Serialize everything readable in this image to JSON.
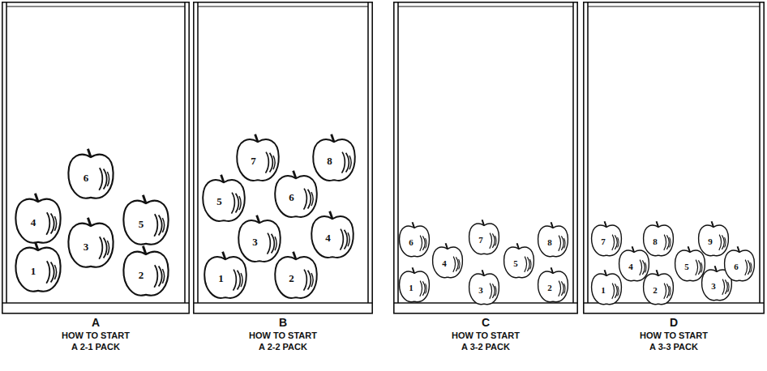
{
  "diagram": {
    "nodes": [
      {
        "text": [
          "A",
          "HOW TO START A 2-1 PACK"
        ]
      },
      {
        "text": [
          "1"
        ],
        "in": 0
      },
      {
        "text": [
          "2"
        ],
        "in": 0
      },
      {
        "text": [
          "3"
        ],
        "in": 0
      },
      {
        "text": [
          "4"
        ],
        "in": 0
      },
      {
        "text": [
          "5"
        ],
        "in": 0
      },
      {
        "text": [
          "6"
        ],
        "in": 0
      },
      {
        "text": [
          "B",
          "HOW TO START A 2-2 PACK"
        ]
      },
      {
        "text": [
          "1"
        ],
        "in": 7
      },
      {
        "text": [
          "2"
        ],
        "in": 7
      },
      {
        "text": [
          "3"
        ],
        "in": 7
      },
      {
        "text": [
          "4"
        ],
        "in": 7
      },
      {
        "text": [
          "5"
        ],
        "in": 7
      },
      {
        "text": [
          "6"
        ],
        "in": 7
      },
      {
        "text": [
          "7"
        ],
        "in": 7
      },
      {
        "text": [
          "8"
        ],
        "in": 7
      },
      {
        "text": [
          "C",
          "HOW TO START A 3-2 PACK"
        ]
      },
      {
        "text": [
          "1"
        ],
        "in": 16
      },
      {
        "text": [
          "2"
        ],
        "in": 16
      },
      {
        "text": [
          "3"
        ],
        "in": 16
      },
      {
        "text": [
          "4"
        ],
        "in": 16
      },
      {
        "text": [
          "5"
        ],
        "in": 16
      },
      {
        "text": [
          "6"
        ],
        "in": 16
      },
      {
        "text": [
          "7"
        ],
        "in": 16
      },
      {
        "text": [
          "8"
        ],
        "in": 16
      },
      {
        "text": [
          "D",
          "HOW TO START A 3-3 PACK"
        ]
      },
      {
        "text": [
          "1"
        ],
        "in": 25
      },
      {
        "text": [
          "2"
        ],
        "in": 25
      },
      {
        "text": [
          "3"
        ],
        "in": 25
      },
      {
        "text": [
          "4"
        ],
        "in": 25
      },
      {
        "text": [
          "5"
        ],
        "in": 25
      },
      {
        "text": [
          "6"
        ],
        "in": 25
      },
      {
        "text": [
          "7"
        ],
        "in": 25
      },
      {
        "text": [
          "8"
        ],
        "in": 25
      },
      {
        "text": [
          "9"
        ],
        "in": 25
      }
    ]
  }
}
